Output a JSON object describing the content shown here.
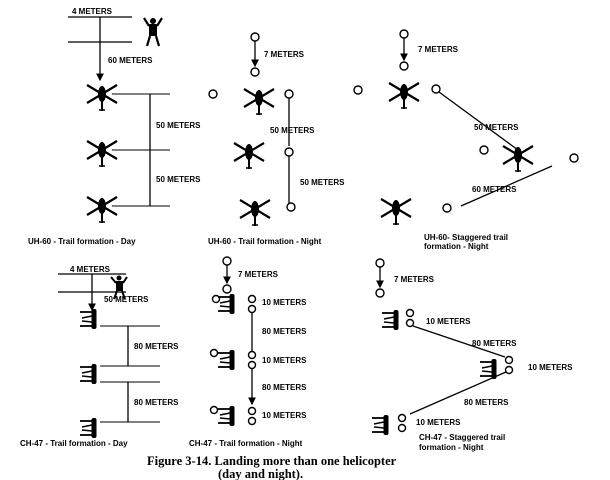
{
  "panels": {
    "uh60_day": {
      "caption": "UH-60 - Trail formation - Day",
      "dist_top": "4 METERS",
      "dist_guide": "60 METERS",
      "dist_1": "50 METERS",
      "dist_2": "50 METERS"
    },
    "uh60_night": {
      "caption": "UH-60 - Trail formation - Night",
      "dist_top": "7 METERS",
      "dist_1": "50 METERS"
    },
    "uh60_staggered": {
      "caption_line1": "UH-60- Staggered trail",
      "caption_line2": "formation - Night",
      "dist_top": "7 METERS",
      "dist_1": "50 METERS",
      "dist_2": "60 METERS"
    },
    "ch47_day": {
      "caption": "CH-47 - Trail formation - Day",
      "dist_top": "4 METERS",
      "dist_guide": "50 METERS",
      "dist_1": "80 METERS",
      "dist_2": "80 METERS"
    },
    "ch47_night": {
      "caption": "CH-47 - Trail formation - Night",
      "dist_top": "7 METERS",
      "dist_10a": "10 METERS",
      "dist_80a": "80 METERS",
      "dist_10b": "10 METERS",
      "dist_80b": "80 METERS",
      "dist_10c": "10 METERS"
    },
    "ch47_staggered": {
      "caption_line1": "CH-47 - Staggered trail",
      "caption_line2": "formation - Night",
      "dist_top": "7 METERS",
      "dist_10a": "10 METERS",
      "dist_80a": "80 METERS",
      "dist_10b": "10 METERS",
      "dist_80b": "80 METERS",
      "dist_10c": "10 METERS"
    }
  },
  "figure_caption_line1": "Figure 3-14. Landing more than one helicopter",
  "figure_caption_line2": "(day and night)."
}
